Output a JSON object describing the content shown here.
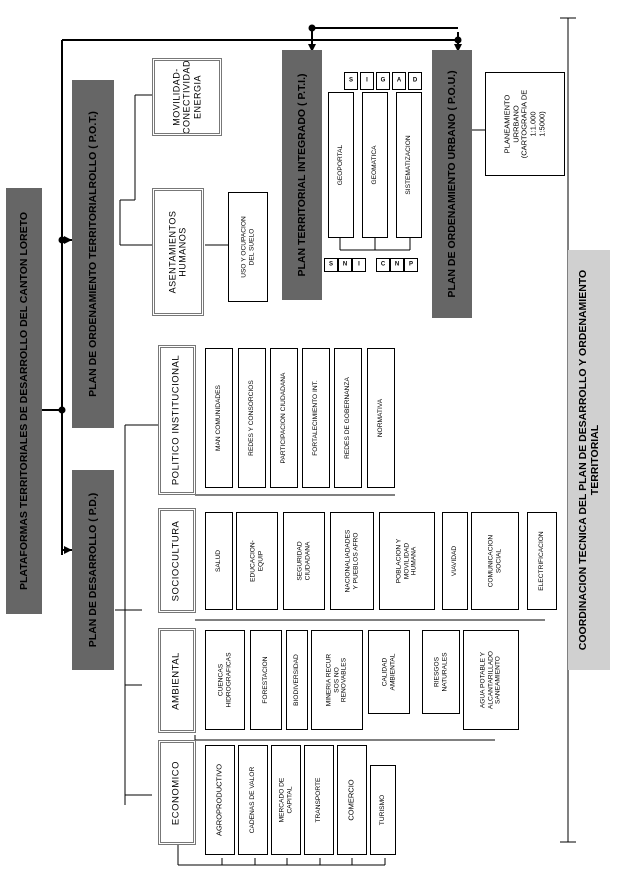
{
  "platform_title": "PLATAFORMAS TERRITORIALES DE DESARROLLO DEL CANTON LORETO",
  "plans": {
    "pd": "PLAN DE DESARROLLO  ( P.D.)",
    "pot": "PLAN DE ORDENAMIENTO TERRITORIALROLLO  ( P.O.T.)",
    "pti": "PLAN TERRITORIAL INTEGRADO  ( P.T.I.)",
    "pou": "PLAN DE ORDENAMIENTO URBANO  ( P.O.U.)"
  },
  "pot_items": {
    "movilidad": "MOVILIDAD-\nCONECTIVIDAD-\nENERGIA",
    "asentamientos": "ASENTAMIENTOS\nHUMANOS",
    "uso_suelo": "USO Y OCUPACION\nDEL SUELO"
  },
  "pti_items": {
    "geoportal": "GEOPORTAL",
    "geomatica": "GEOMATICA",
    "sistematizacion": "SISTEMATIZACION",
    "sigad": [
      "S",
      "I",
      "G",
      "A",
      "D"
    ],
    "sni": [
      "S",
      "N",
      "I"
    ],
    "cnp": [
      "C",
      "N",
      "P"
    ]
  },
  "pou_items": {
    "planeamiento": "PLANEAMIENTO\nURRBANO\n(CARTOGRAFIA DE\n1:1.000\n1:5000)"
  },
  "components": {
    "economico": "ECONOMICO",
    "ambiental": "AMBIENTAL",
    "sociocultura": "SOCIOCULTURA",
    "politico": "POLITICO  INSTITUCIONAL"
  },
  "economico_items": [
    "AGROPRODUCTIVO",
    "CADENAS DE VALOR",
    "MERCADO DE\nCAPITAL",
    "TRANSPORTE",
    "COMERCIO",
    "TURISMO"
  ],
  "ambiental_items": [
    "CUENCAS\nHIDROGRAFICAS",
    "FORESTACION",
    "BIODIVERSIDAD",
    "MINERIA RECUR\nSOS NO\nRENOVABLES",
    "CALIDAD\nAMBIENTAL",
    "RIESGOS\nNATURALES",
    "AGUA POTABLE Y\nALCANTARILLADO\nSANEAMIENTO"
  ],
  "sociocultura_items": [
    "SALUD",
    "EDUCACION-\nEQUIP",
    "SEGURIDAD\nCIUDADANA",
    "NACIONALIADADES\nY PUEBLOS AFRO",
    "POBLACION Y\nMOVILIDAD\nHUMANA",
    "VIAVIDAD",
    "COMUNICACION\nSOCIAL",
    "ELECTRIFICACION"
  ],
  "politico_items": [
    "MAN COMUNIDADES",
    "REDES Y CONSORCIOS",
    "PARTICIPACION CIUDADANA",
    "FORTALECIMIENTO INT.",
    "REDES DE GOBERNANZA",
    "NORMATIVA"
  ],
  "coordination": "COORDINACION TECNICA DEL PLAN DE DESARROLLO Y ORDENAMIENTO\nTERRITORIAL"
}
